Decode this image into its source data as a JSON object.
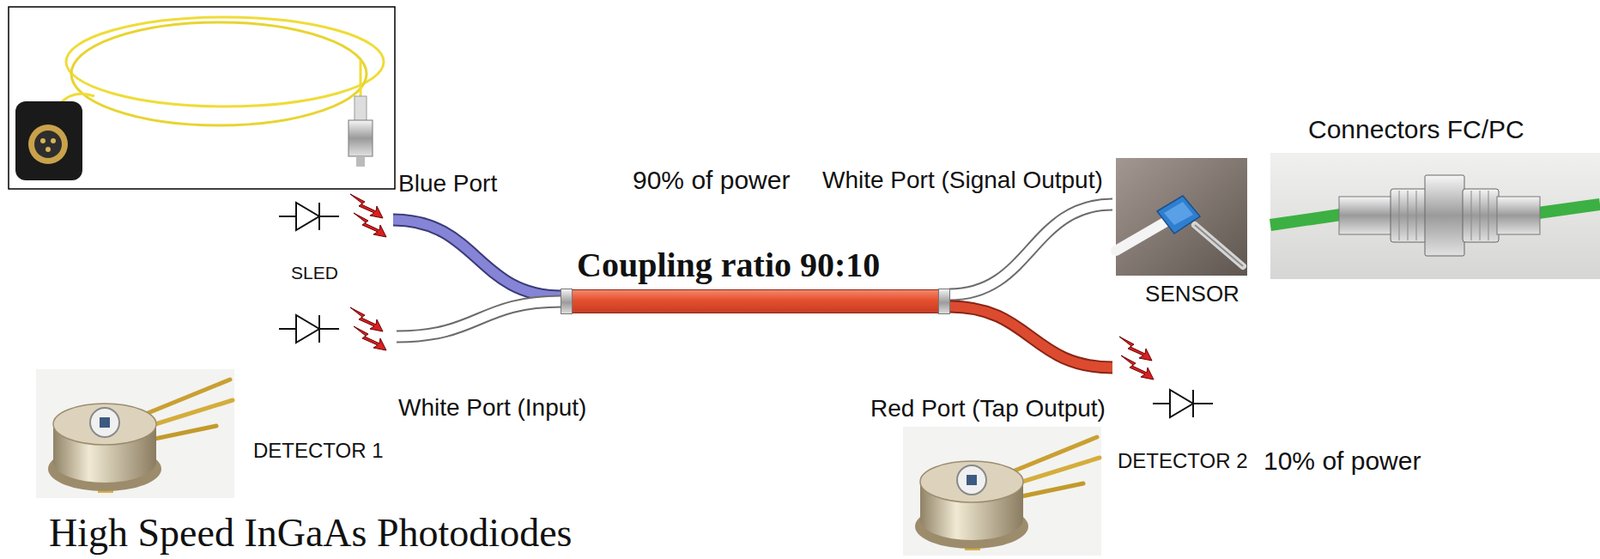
{
  "diagram": {
    "nodes": [
      {
        "text": [
          "SLED"
        ]
      },
      {
        "text": [
          "DETECTOR 1"
        ]
      },
      {
        "text": [
          "Coupling ratio 90:10"
        ]
      },
      {
        "text": [
          "SENSOR"
        ]
      },
      {
        "text": [
          "DETECTOR 2"
        ]
      }
    ],
    "edges": [
      {
        "from": 0,
        "to": 2,
        "arrow": "none"
      },
      {
        "from": 2,
        "to": 1,
        "arrow": "none"
      },
      {
        "from": 2,
        "to": 3,
        "arrow": "none"
      },
      {
        "from": 2,
        "to": 4,
        "arrow": "none"
      }
    ],
    "labels": [
      "Blue Port",
      "White Port (Input)",
      "90% of power",
      "White Port (Signal Output)",
      "Red Port (Tap Output)",
      "10% of power",
      "Connectors FC/PC",
      "High Speed InGaAs Photodiodes"
    ]
  }
}
